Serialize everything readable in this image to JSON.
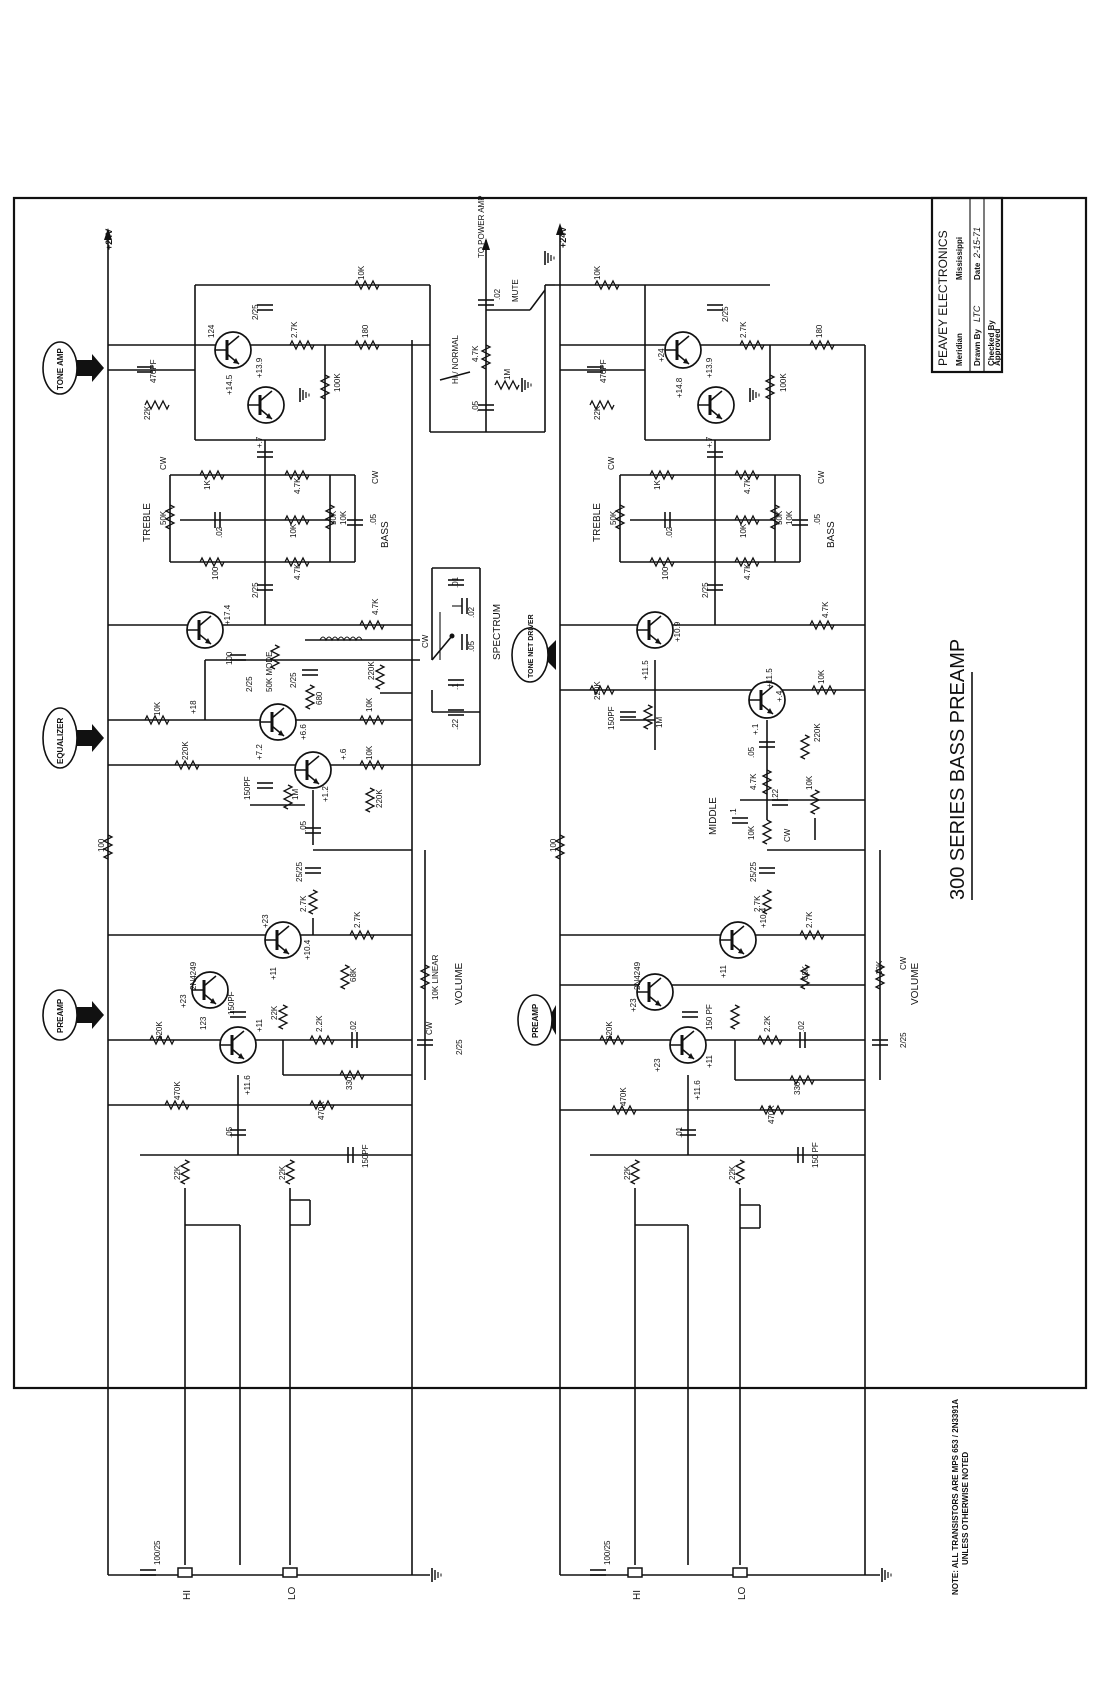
{
  "title": "300 SERIES BASS PREAMP",
  "note": "NOTE: ALL TRANSISTORS ARE MPS 653 / 2N3391A UNLESS OTHERWISE NOTED",
  "title_block": {
    "company": "PEAVEY ELECTRONICS",
    "location": "Meridian",
    "state": "Mississippi",
    "drawn_by_label": "Drawn By",
    "drawn_by": "LTC",
    "date_label": "Date",
    "date": "2-15-71",
    "checked_by_label": "Checked By",
    "approved_label": "Approved"
  },
  "rails": {
    "left": "+24V",
    "right": "+24V"
  },
  "top_center": {
    "to_power_amp": "TO POWER AMP",
    "mute": "MUTE",
    "hi_normal": "HI / NORMAL",
    "cap_02": ".02",
    "cap_05": ".05",
    "r_47k": "4.7K",
    "r_1m": "1M"
  },
  "tags": {
    "tone_amp": "TONE AMP",
    "equalizer": "EQUALIZER",
    "preamp_left": "PREAMP",
    "tone_net_driver": "TONE NET DRIVER",
    "preamp_right": "PREAMP"
  },
  "left_channel": {
    "tone_amp": {
      "r_10k": "10K",
      "c_225": "2/25",
      "r_27k": "2.7K",
      "r_180": "180",
      "c_470pf": "470PF",
      "r_22k": "22K",
      "r_100k": "100K",
      "v_24": "124",
      "v_145": "+14.5",
      "v_139": "+13.9",
      "v_7": "+.7"
    },
    "tone_stack": {
      "r_1k": "1K",
      "r_47k_top": "4.7K",
      "pot_treble": "50K",
      "c_02": ".02",
      "r_10k": "10K",
      "pot_bass": "50K",
      "r_10k_b": "10K",
      "c_05": ".05",
      "r_100": "100",
      "c_225": "2/25",
      "r_47k_bot": "4.7K",
      "treble": "TREBLE",
      "bass": "BASS",
      "cw": "CW"
    },
    "equalizer": {
      "v_174": "+17.4",
      "r_47k": "4.7K",
      "c_100": "100",
      "c_225": "2/25",
      "mode": "50K MODE",
      "c_225b": "2/25",
      "r_680": "680",
      "r_220k": "220K",
      "r_10k": "10K",
      "v_18": "+18",
      "v_66": "+6.6",
      "r_10k_b": "10K",
      "r_10k_c": "10K",
      "r_220k_b": "220K",
      "v_72": "+7.2",
      "v_6": "+.6",
      "c_150pf": "150PF",
      "r_1m": "1M",
      "v_12": "+1.2",
      "r_220k_c": "220K",
      "r_10k_d": "10K",
      "c_05": ".05"
    },
    "spectrum": {
      "label": "SPECTRUM",
      "c_01": ".01",
      "c_02": ".02",
      "c_05": ".05",
      "c_1": ".1",
      "c_22": ".22",
      "cw": "CW"
    },
    "preamp": {
      "r_100": "100",
      "c_2525": "25/25",
      "r_27k": "2.7K",
      "v_23": "+23",
      "r_27k_b": "2.7K",
      "v_104": "+10.4",
      "q_2n4249": "2N4249",
      "v_23b": "+23",
      "c_150pf": "150PF",
      "r_68k": "68K",
      "v_11": "+11",
      "r_22k": "22K",
      "r_220k": "220K",
      "v_123": "123",
      "v_11b": "+11",
      "r_22k_b": "2.2K",
      "c_02": ".02",
      "volume": "VOLUME",
      "pot": "10K LINEAR",
      "cw": "CW",
      "c_225": "2/25",
      "r_330": "330",
      "v_116": "+11.6",
      "r_470k": "470K",
      "r_470k_b": "470K",
      "c_05": ".05",
      "c_150pf_b": "150PF",
      "r_22k_in": "22K",
      "r_22k_in2": "22K",
      "c_10025": "100/25",
      "hi": "HI",
      "lo": "LO"
    }
  },
  "right_channel": {
    "tone_amp": {
      "r_10k": "10K",
      "c_225": "2/25",
      "r_27k": "2.7K",
      "r_180": "180",
      "c_470pf": "470PF",
      "r_22k": "22K",
      "r_100k": "100K",
      "v_24": "+24",
      "v_148": "+14.8",
      "v_139": "+13.9",
      "v_7": "+.7"
    },
    "tone_stack": {
      "r_1k": "1K",
      "r_47k_top": "4.7K",
      "pot_treble": "50K",
      "c_02": ".02",
      "r_10k": "10K",
      "pot_bass": "50K",
      "r_10k_b": "10K",
      "c_05": ".05",
      "r_100": "100",
      "c_225": "2/25",
      "r_47k_bot": "4.7K",
      "treble": "TREBLE",
      "bass": "BASS",
      "cw": "CW"
    },
    "driver": {
      "v_109": "+10.9",
      "r_47k": "4.7K",
      "v_115": "+11.5",
      "r_220k": "220K",
      "v_115b": "+11.5",
      "v_4": "+.4",
      "r_10k": "10K",
      "c_150pf": "150PF",
      "r_1m": "1M",
      "r_220k_b": "220K",
      "c_05": ".05",
      "v_1": "+.1"
    },
    "middle": {
      "label": "MIDDLE",
      "c_1": ".1",
      "r_47k": "4.7K",
      "c_22": ".22",
      "pot": "10K",
      "r_10k": "10K",
      "cw": "CW"
    },
    "preamp": {
      "r_100": "100",
      "c_2525": "25/25",
      "r_27k": "2.7K",
      "v_104": "+10.4",
      "r_27k_b": "2.7K",
      "q_2n4249": "2N4249",
      "v_23": "+23",
      "r_68k": "68K",
      "v_11": "+11",
      "c_150pf": "150 PF",
      "r_220k": "220K",
      "v_23b": "+23",
      "r_22k": "2.2K",
      "c_02": ".02",
      "v_11b": "+11",
      "volume": "VOLUME",
      "pot": "10K",
      "cw": "CW",
      "c_225": "2/25",
      "r_330": "330",
      "v_116": "+11.6",
      "r_470k": "470K",
      "r_470k_b": "470K",
      "c_01": ".01",
      "c_150pf_b": "150 PF",
      "r_22k_in": "22K",
      "r_22k_in2": "22K",
      "c_10025": "100/25",
      "hi": "HI",
      "lo": "LO"
    }
  }
}
